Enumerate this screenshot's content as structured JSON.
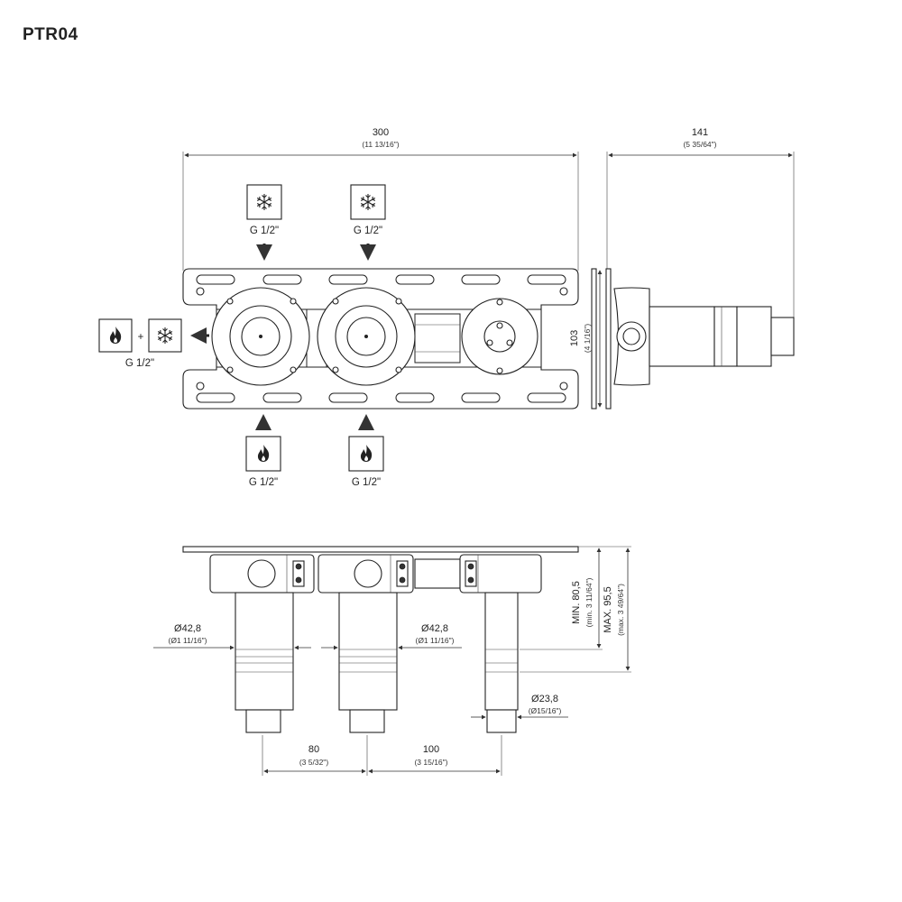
{
  "title": "PTR04",
  "top_view": {
    "width_dim": "300",
    "width_dim_imperial": "(11 13/16\")",
    "depth_dim": "141",
    "depth_dim_imperial": "(5 35/64\")",
    "height_dim": "103",
    "height_dim_imperial": "(4 1/16\")",
    "outlet_plus": "+",
    "connections": [
      {
        "label": "G 1/2\"",
        "icon": "snowflake-icon",
        "medium": "cold"
      },
      {
        "label": "G 1/2\"",
        "icon": "snowflake-icon",
        "medium": "cold"
      },
      {
        "label": "G 1/2\"",
        "icon": "flame-icon",
        "medium": "hot"
      },
      {
        "label": "G 1/2\"",
        "icon": "flame-icon",
        "medium": "hot"
      },
      {
        "label": "G 1/2\"",
        "icons": [
          "flame-icon",
          "snowflake-icon"
        ],
        "medium": "mixed outlet"
      }
    ]
  },
  "side_view": {
    "min_dim": "MIN. 80,5",
    "min_dim_imperial": "(min. 3 11/64\")",
    "max_dim": "MAX. 95,5",
    "max_dim_imperial": "(max. 3 49/64\")",
    "dia_left": "Ø42,8",
    "dia_left_imperial": "(Ø1 11/16\")",
    "dia_mid": "Ø42,8",
    "dia_mid_imperial": "(Ø1 11/16\")",
    "dia_small": "Ø23,8",
    "dia_small_imperial": "(Ø15/16\")",
    "spacing_1": "80",
    "spacing_1_imperial": "(3 5/32\")",
    "spacing_2": "100",
    "spacing_2_imperial": "(3 15/16\")"
  },
  "colors": {
    "line": "#333333",
    "background": "#ffffff"
  }
}
